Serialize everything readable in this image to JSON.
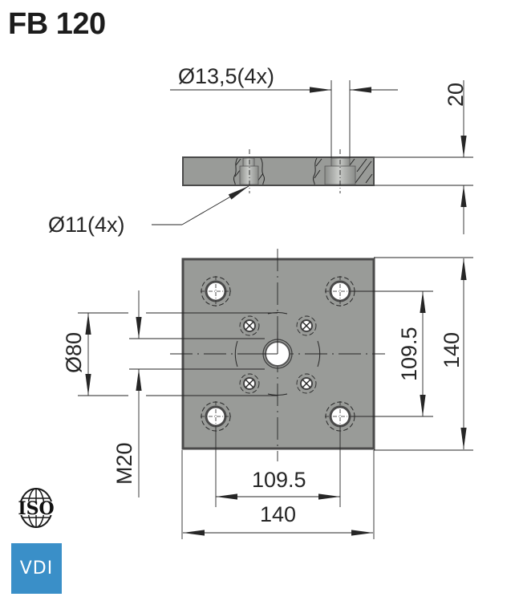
{
  "title": "FB 120",
  "colors": {
    "plate_fill": "#999b98",
    "plate_edge": "#4a4a4a",
    "line": "#262626",
    "vdi_blue": "#3a8fc8"
  },
  "side_view": {
    "callouts": {
      "counterbore_diameter": "Ø13,5(4x)",
      "through_hole_diameter": "Ø11(4x)",
      "thickness": "20"
    }
  },
  "top_view": {
    "dimensions": {
      "bolt_circle": "Ø80",
      "thread": "M20",
      "hole_spacing_vertical": "109.5",
      "plate_height": "140",
      "hole_spacing_horizontal": "109.5",
      "plate_width": "140"
    }
  },
  "logos": {
    "iso": "ISO",
    "vdi": "VDI"
  }
}
